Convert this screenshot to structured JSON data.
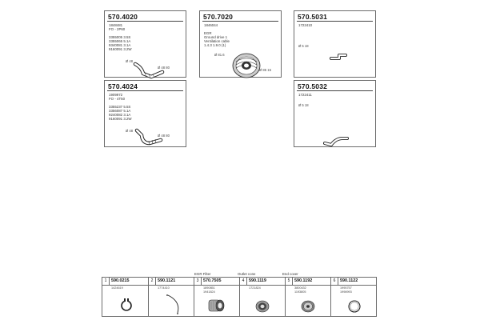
{
  "cards": [
    {
      "pn": "570.4020",
      "lines": [
        "1848481",
        "FO - 2P60",
        "",
        "3355005 3.5S",
        "3355065 5.1A",
        "9340081 3.1A",
        "9160091 3.2W"
      ],
      "notes": [
        "Ø 48",
        "Ø 48 80"
      ]
    },
    {
      "pn": "570.7020",
      "lines": [
        "1846044",
        "",
        "EGR",
        "Ground drive 1",
        "Ventilation cable",
        "1.4.3 1.9.0 (1)"
      ],
      "notes": [
        "Ø 81.6",
        "Ø 85 15"
      ]
    },
    {
      "pn": "570.5031",
      "lines": [
        "1722410"
      ],
      "notes": [
        "Ø 5 18"
      ]
    },
    {
      "pn": "570.4024",
      "lines": [
        "1909972",
        "FO - 4T50",
        "",
        "3355237 5.5S",
        "3356087 5.1A",
        "9240082 3.1A",
        "9160091 3.2W"
      ],
      "notes": [
        "Ø 48",
        "Ø 48 80"
      ]
    },
    {
      "pn": "570.5032",
      "lines": [
        "1722411"
      ],
      "notes": [
        "Ø 5 18"
      ]
    }
  ],
  "strip_labels": [
    "EGR Filter",
    "Outlet cone",
    "End cover"
  ],
  "strip": [
    {
      "idx": "1",
      "pn": "590.0215",
      "refs": [
        "1424619"
      ]
    },
    {
      "idx": "2",
      "pn": "590.1121",
      "refs": [
        "1774410"
      ]
    },
    {
      "idx": "3",
      "pn": "570.7505",
      "refs": [
        "1890851",
        "1941824"
      ]
    },
    {
      "idx": "4",
      "pn": "590.1119",
      "refs": [
        "1721824"
      ]
    },
    {
      "idx": "5",
      "pn": "590.1192",
      "refs": [
        "3800432",
        "1193805"
      ]
    },
    {
      "idx": "6",
      "pn": "590.1122",
      "refs": [
        "1995757",
        "1998993"
      ]
    }
  ]
}
